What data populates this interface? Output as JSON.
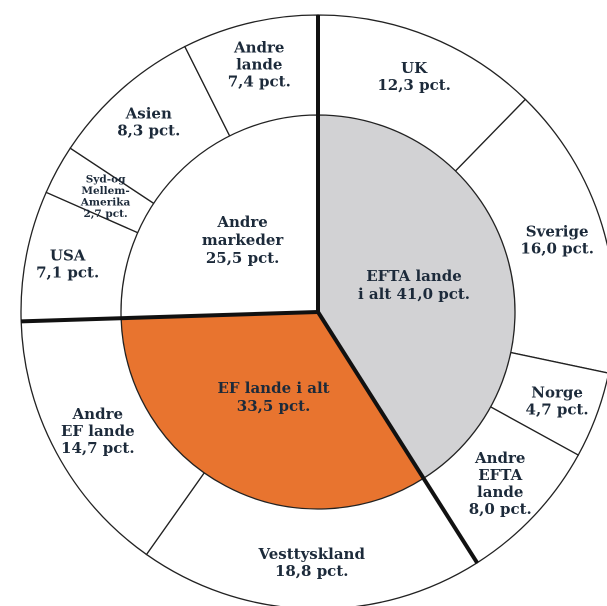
{
  "chart_data": {
    "type": "pie",
    "rings": {
      "inner": {
        "slices": [
          {
            "label_lines": [
              "EFTA lande",
              "i alt 41,0 pct."
            ],
            "value": 41.0,
            "color": "#d2d2d4"
          },
          {
            "label_lines": [
              "EF lande i alt",
              "33,5 pct."
            ],
            "value": 33.5,
            "color": "#e8742f"
          },
          {
            "label_lines": [
              "Andre",
              "markeder",
              "25,5 pct."
            ],
            "value": 25.5,
            "color": "#ffffff"
          }
        ]
      },
      "outer": {
        "slices": [
          {
            "label_lines": [
              "UK",
              "12,3 pct."
            ],
            "value": 12.3
          },
          {
            "label_lines": [
              "Sverige",
              "16,0 pct."
            ],
            "value": 16.0
          },
          {
            "label_lines": [
              "Norge",
              "4,7 pct."
            ],
            "value": 4.7
          },
          {
            "label_lines": [
              "Andre",
              "EFTA",
              "lande",
              "8,0 pct."
            ],
            "value": 8.0
          },
          {
            "label_lines": [
              "Vesttyskland",
              "18,8 pct."
            ],
            "value": 18.8
          },
          {
            "label_lines": [
              "Andre",
              "EF lande",
              "14,7 pct."
            ],
            "value": 14.7
          },
          {
            "label_lines": [
              "USA",
              "7,1 pct."
            ],
            "value": 7.1
          },
          {
            "label_lines": [
              "Syd-og",
              "Mellem-",
              "Amerika",
              "2,7 pct."
            ],
            "value": 2.7
          },
          {
            "label_lines": [
              "Asien",
              "8,3 pct."
            ],
            "value": 8.3
          },
          {
            "label_lines": [
              "Andre",
              "lande",
              "7,4 pct."
            ],
            "value": 7.4
          }
        ]
      }
    }
  }
}
